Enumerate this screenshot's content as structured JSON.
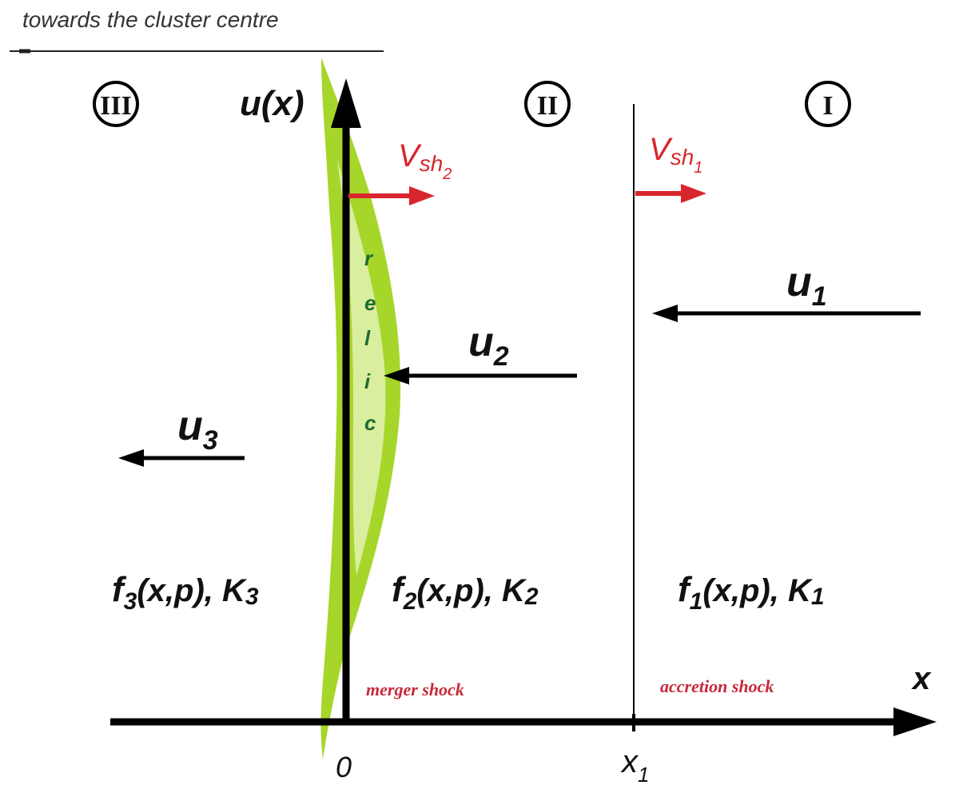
{
  "header": {
    "direction_label": "towards the cluster centre"
  },
  "regions": [
    {
      "id": "III",
      "numeral": "III"
    },
    {
      "id": "II",
      "numeral": "II"
    },
    {
      "id": "I",
      "numeral": "I"
    }
  ],
  "axes": {
    "y_label": "u(x)",
    "x_label": "x",
    "origin_label": "0",
    "x1_label_main": "x",
    "x1_label_sub": "1"
  },
  "shocks": {
    "merger": {
      "label": "merger shock",
      "v_main": "V",
      "v_sub": "sh",
      "v_subsub": "2"
    },
    "accretion": {
      "label": "accretion shock",
      "v_main": "V",
      "v_sub": "sh",
      "v_subsub": "1"
    }
  },
  "relic_letters": [
    "r",
    "e",
    "l",
    "i",
    "c"
  ],
  "velocities": {
    "u1": {
      "main": "u",
      "sub": "1"
    },
    "u2": {
      "main": "u",
      "sub": "2"
    },
    "u3": {
      "main": "u",
      "sub": "3"
    }
  },
  "distributions": {
    "f3": {
      "f": "f",
      "fsub": "3",
      "args": "(x,p), K",
      "ksub": "3"
    },
    "f2": {
      "f": "f",
      "fsub": "2",
      "args": "(x,p), K",
      "ksub": "2"
    },
    "f1": {
      "f": "f",
      "fsub": "1",
      "args": "(x,p), K",
      "ksub": "1"
    }
  },
  "colors": {
    "relic_green": "#a6d62a",
    "shock_red": "#d8262c",
    "axis": "#000000"
  }
}
